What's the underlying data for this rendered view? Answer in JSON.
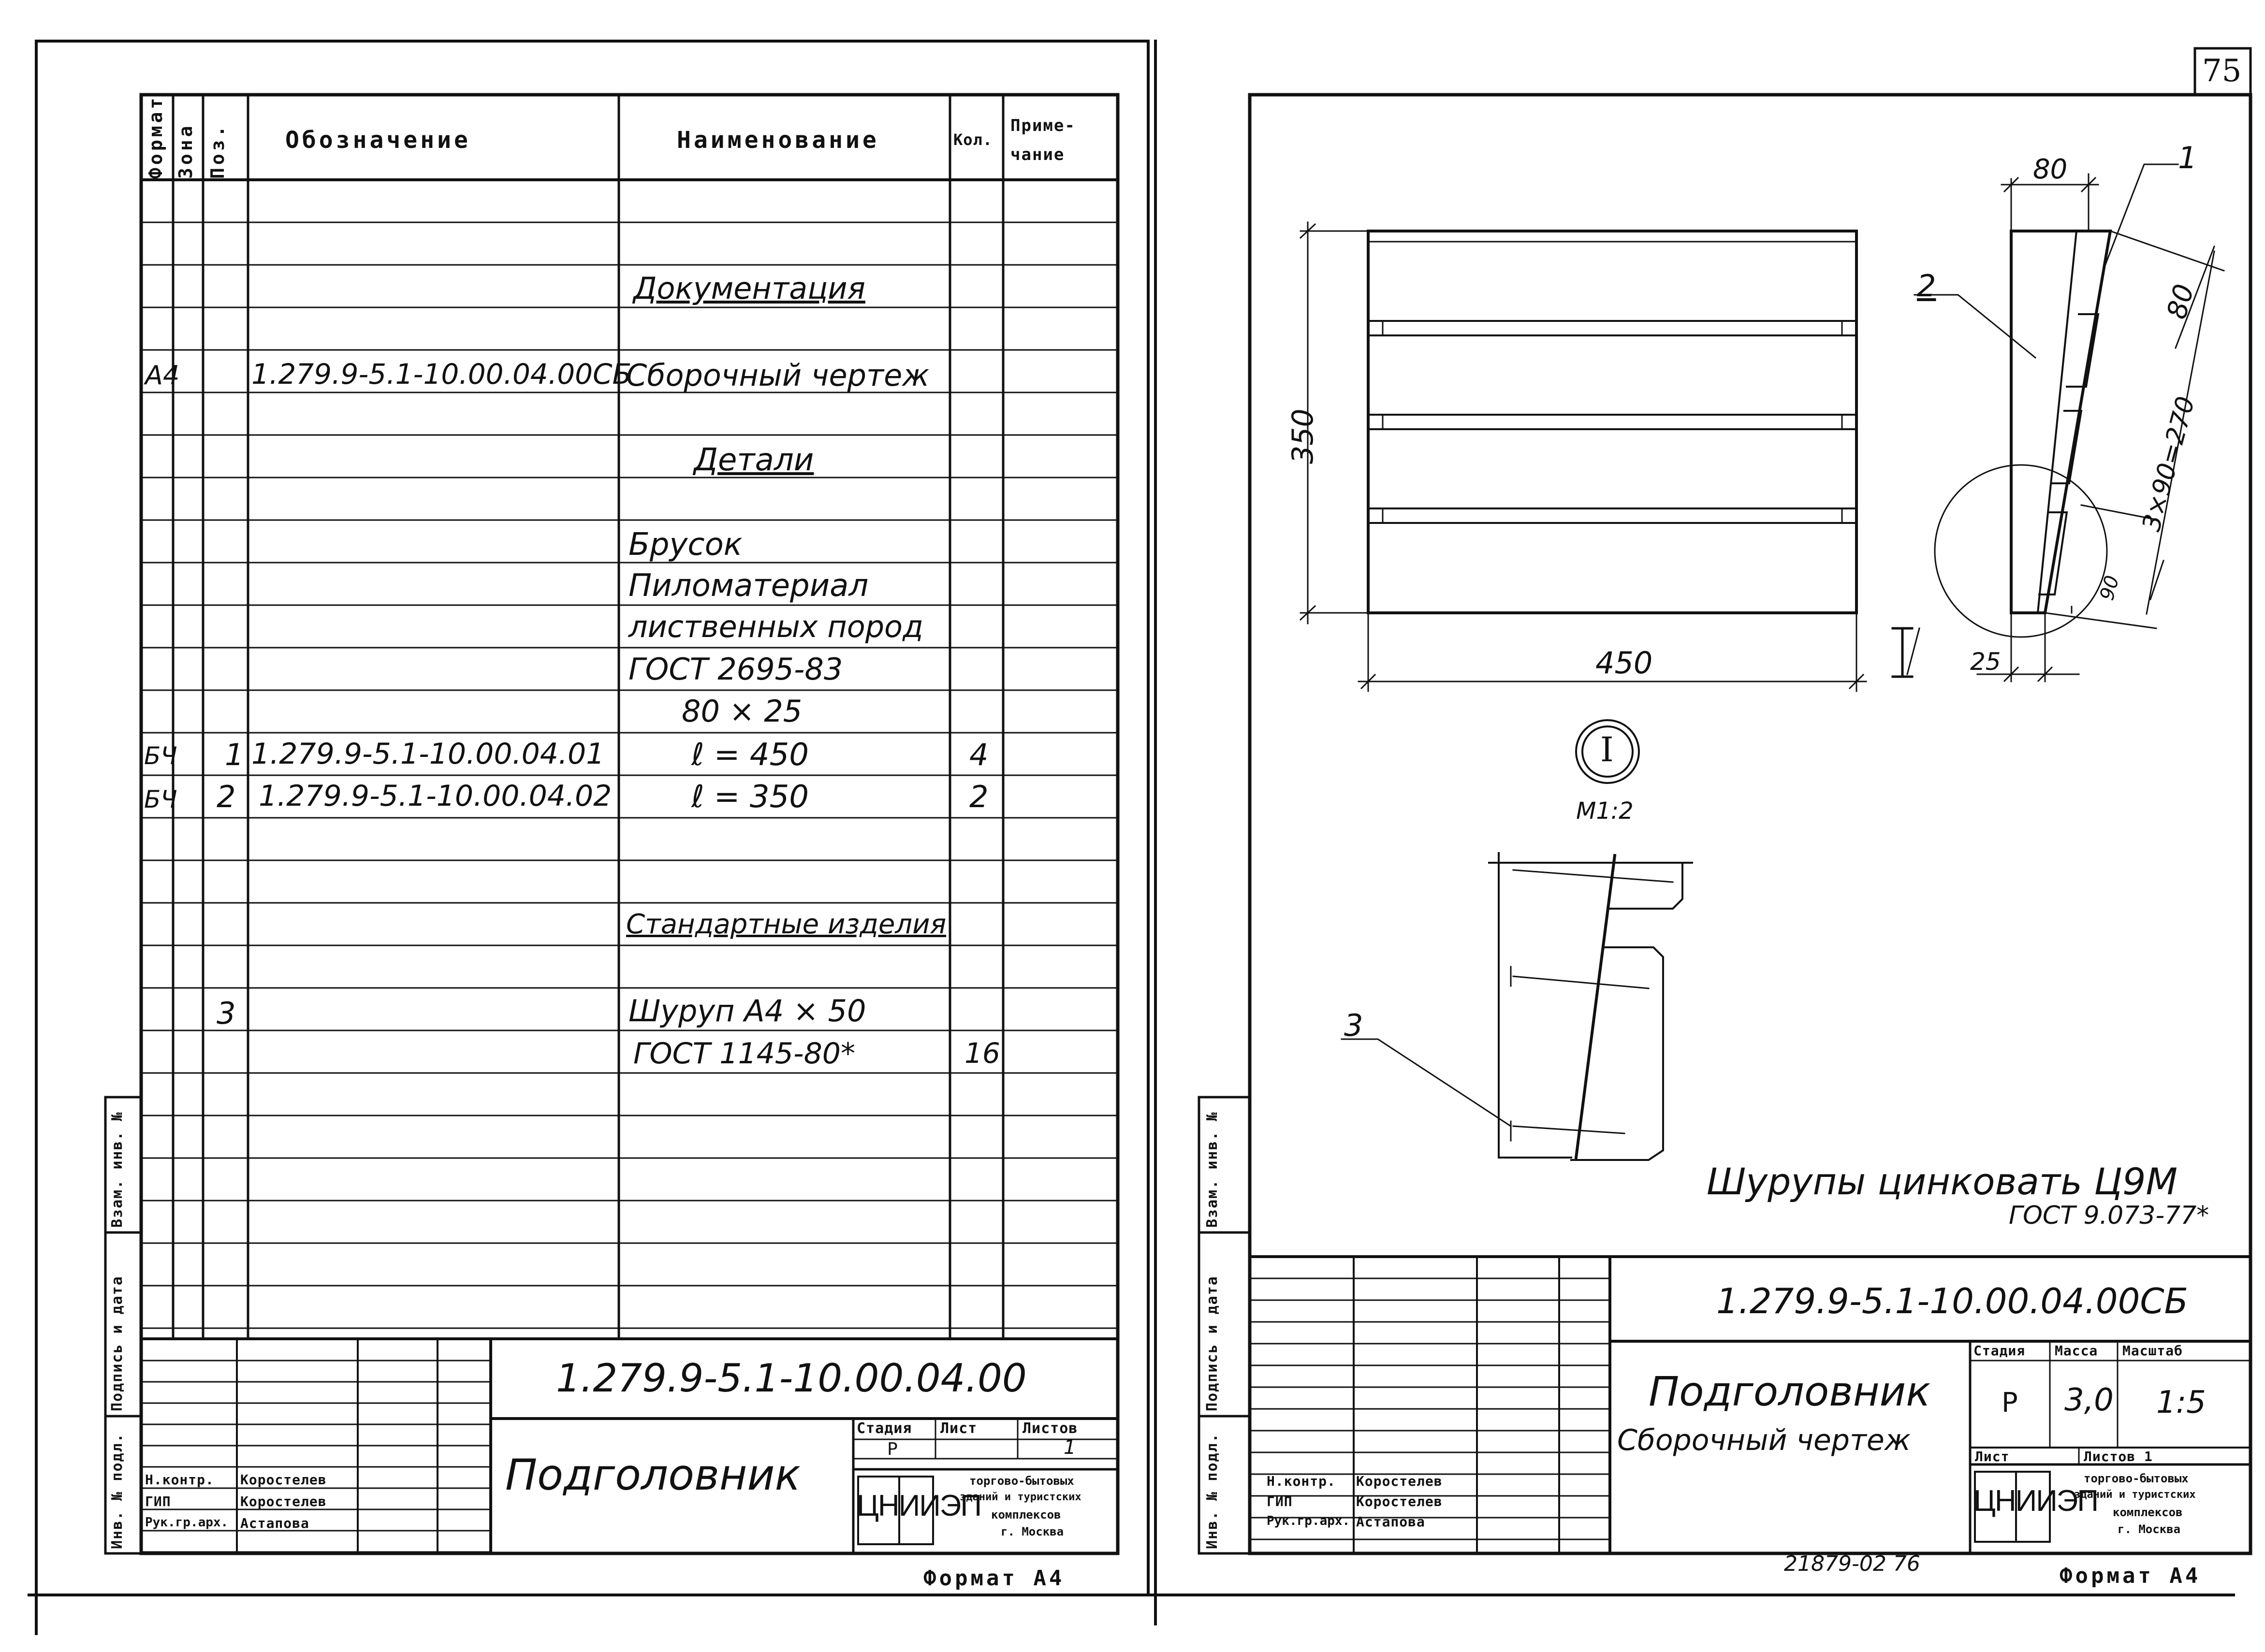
{
  "page_number": "75",
  "footer_code": "21879-02  76",
  "left_sheet": {
    "headers": {
      "format": "Формат",
      "zone": "Зона",
      "pos": "Поз.",
      "designation": "Обозначение",
      "name": "Наименование",
      "qty": "Кол.",
      "note_1": "Приме-",
      "note_2": "чание"
    },
    "sections": {
      "documentation": "Документация",
      "details": "Детали",
      "standard": "Стандартные изделия"
    },
    "rows": {
      "asm_format": "А4",
      "asm_designation": "1.279.9-5.1-10.00.04.00СБ",
      "asm_name": "Сборочный чертеж",
      "mat_1": "Брусок",
      "mat_2": "Пиломатериал",
      "mat_3": "лиственных пород",
      "mat_4": "ГОСТ 2695-83",
      "mat_5": "80 × 25",
      "p1_format": "БЧ",
      "p1_pos": "1",
      "p1_designation": "1.279.9-5.1-10.00.04.01",
      "p1_name": "ℓ = 450",
      "p1_qty": "4",
      "p2_format": "БЧ",
      "p2_pos": "2",
      "p2_designation": "1.279.9-5.1-10.00.04.02",
      "p2_name": "ℓ = 350",
      "p2_qty": "2",
      "p3_pos": "3",
      "p3_name_1": "Шуруп А4 × 50",
      "p3_name_2": "ГОСТ 1145-80*",
      "p3_qty": "16"
    },
    "side_labels": {
      "inv_orig": "Инв. № подл.",
      "sign_date": "Подпись и дата",
      "replace_inv": "Взам. инв. №"
    },
    "title_block": {
      "designation": "1.279.9-5.1-10.00.04.00",
      "title": "Подголовник",
      "stage_h": "Стадия",
      "sheet_h": "Лист",
      "sheets_h": "Листов",
      "stage": "Р",
      "sheets": "1",
      "roles": [
        "Н.контр.",
        "ГИП",
        "Рук.гр.арх."
      ],
      "names": [
        "Коростелев",
        "Коростелев",
        "Астапова"
      ],
      "org_logo": "ЦНИИЭП",
      "org_1": "торгово-бытовых",
      "org_2": "зданий и туристских",
      "org_3": "комплексов",
      "org_4": "г. Москва"
    },
    "format_label": "Формат А4"
  },
  "right_sheet": {
    "dims": {
      "height_350": "350",
      "width_450": "450",
      "d80_top": "80",
      "d80_side": "80",
      "d270": "3×90=270",
      "d90": "90",
      "d25": "25"
    },
    "callouts": {
      "c1": "1",
      "c2": "2",
      "c3": "3",
      "section_mark": "I",
      "detail_mark": "I",
      "scale": "М1:2"
    },
    "note_1": "Шурупы цинковать Ц9М",
    "note_2": "ГОСТ 9.073-77*",
    "side_labels": {
      "inv_orig": "Инв. № подл.",
      "sign_date": "Подпись и дата",
      "replace_inv": "Взам. инв. №"
    },
    "title_block": {
      "designation": "1.279.9-5.1-10.00.04.00СБ",
      "title": "Подголовник",
      "subtitle": "Сборочный чертеж",
      "stage_h": "Стадия",
      "mass_h": "Масса",
      "scale_h": "Масштаб",
      "stage": "Р",
      "mass": "3,0",
      "scale": "1:5",
      "sheet_h": "Лист",
      "sheets_h": "Листов 1",
      "roles": [
        "Н.контр.",
        "ГИП",
        "Рук.гр.арх."
      ],
      "names": [
        "Коростелев",
        "Коростелев",
        "Астапова"
      ],
      "org_logo": "ЦНИИЭП",
      "org_1": "торгово-бытовых",
      "org_2": "зданий и туристских",
      "org_3": "комплексов",
      "org_4": "г. Москва"
    },
    "format_label": "Формат А4"
  }
}
